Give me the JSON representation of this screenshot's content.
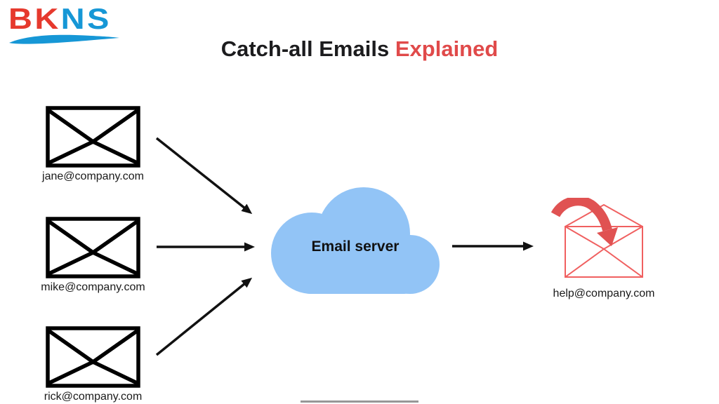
{
  "logo": {
    "text_primary": "BK",
    "text_secondary": "NS",
    "primary_color": "#e6392d",
    "secondary_color": "#1697d6",
    "swoosh_color": "#1697d6",
    "icon": "bkns-logo"
  },
  "title": {
    "main": "Catch-all Emails",
    "highlight": "Explained",
    "main_color": "#1c1c1e",
    "highlight_color": "#e04a4a"
  },
  "senders": [
    {
      "label": "jane@company.com",
      "icon": "envelope-icon"
    },
    {
      "label": "mike@company.com",
      "icon": "envelope-icon"
    },
    {
      "label": "rick@company.com",
      "icon": "envelope-icon"
    }
  ],
  "server": {
    "label": "Email server",
    "icon": "cloud-icon",
    "cloud_color": "#92c4f6",
    "label_color": "#111111"
  },
  "recipient": {
    "label": "help@company.com",
    "icon": "open-envelope-arrow-icon",
    "outline_color": "#f06060",
    "arrow_color": "#e05252"
  },
  "diagram": {
    "arrow_color": "#111111",
    "envelope_color": "#000000"
  },
  "footer_bar_color": "#979797"
}
